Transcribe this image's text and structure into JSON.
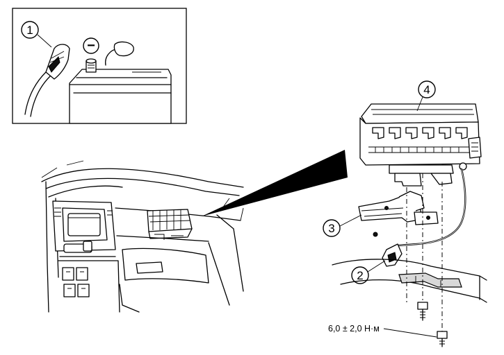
{
  "callouts": [
    {
      "id": "1",
      "label": "1",
      "name": "battery-negative-cable"
    },
    {
      "id": "2",
      "label": "2",
      "name": "ground-connector"
    },
    {
      "id": "3",
      "label": "3",
      "name": "mounting-bracket"
    },
    {
      "id": "4",
      "label": "4",
      "name": "audio-unit"
    }
  ],
  "battery_terminal_symbol": "−",
  "torque_spec": "6,0 ± 2,0 Н·м"
}
